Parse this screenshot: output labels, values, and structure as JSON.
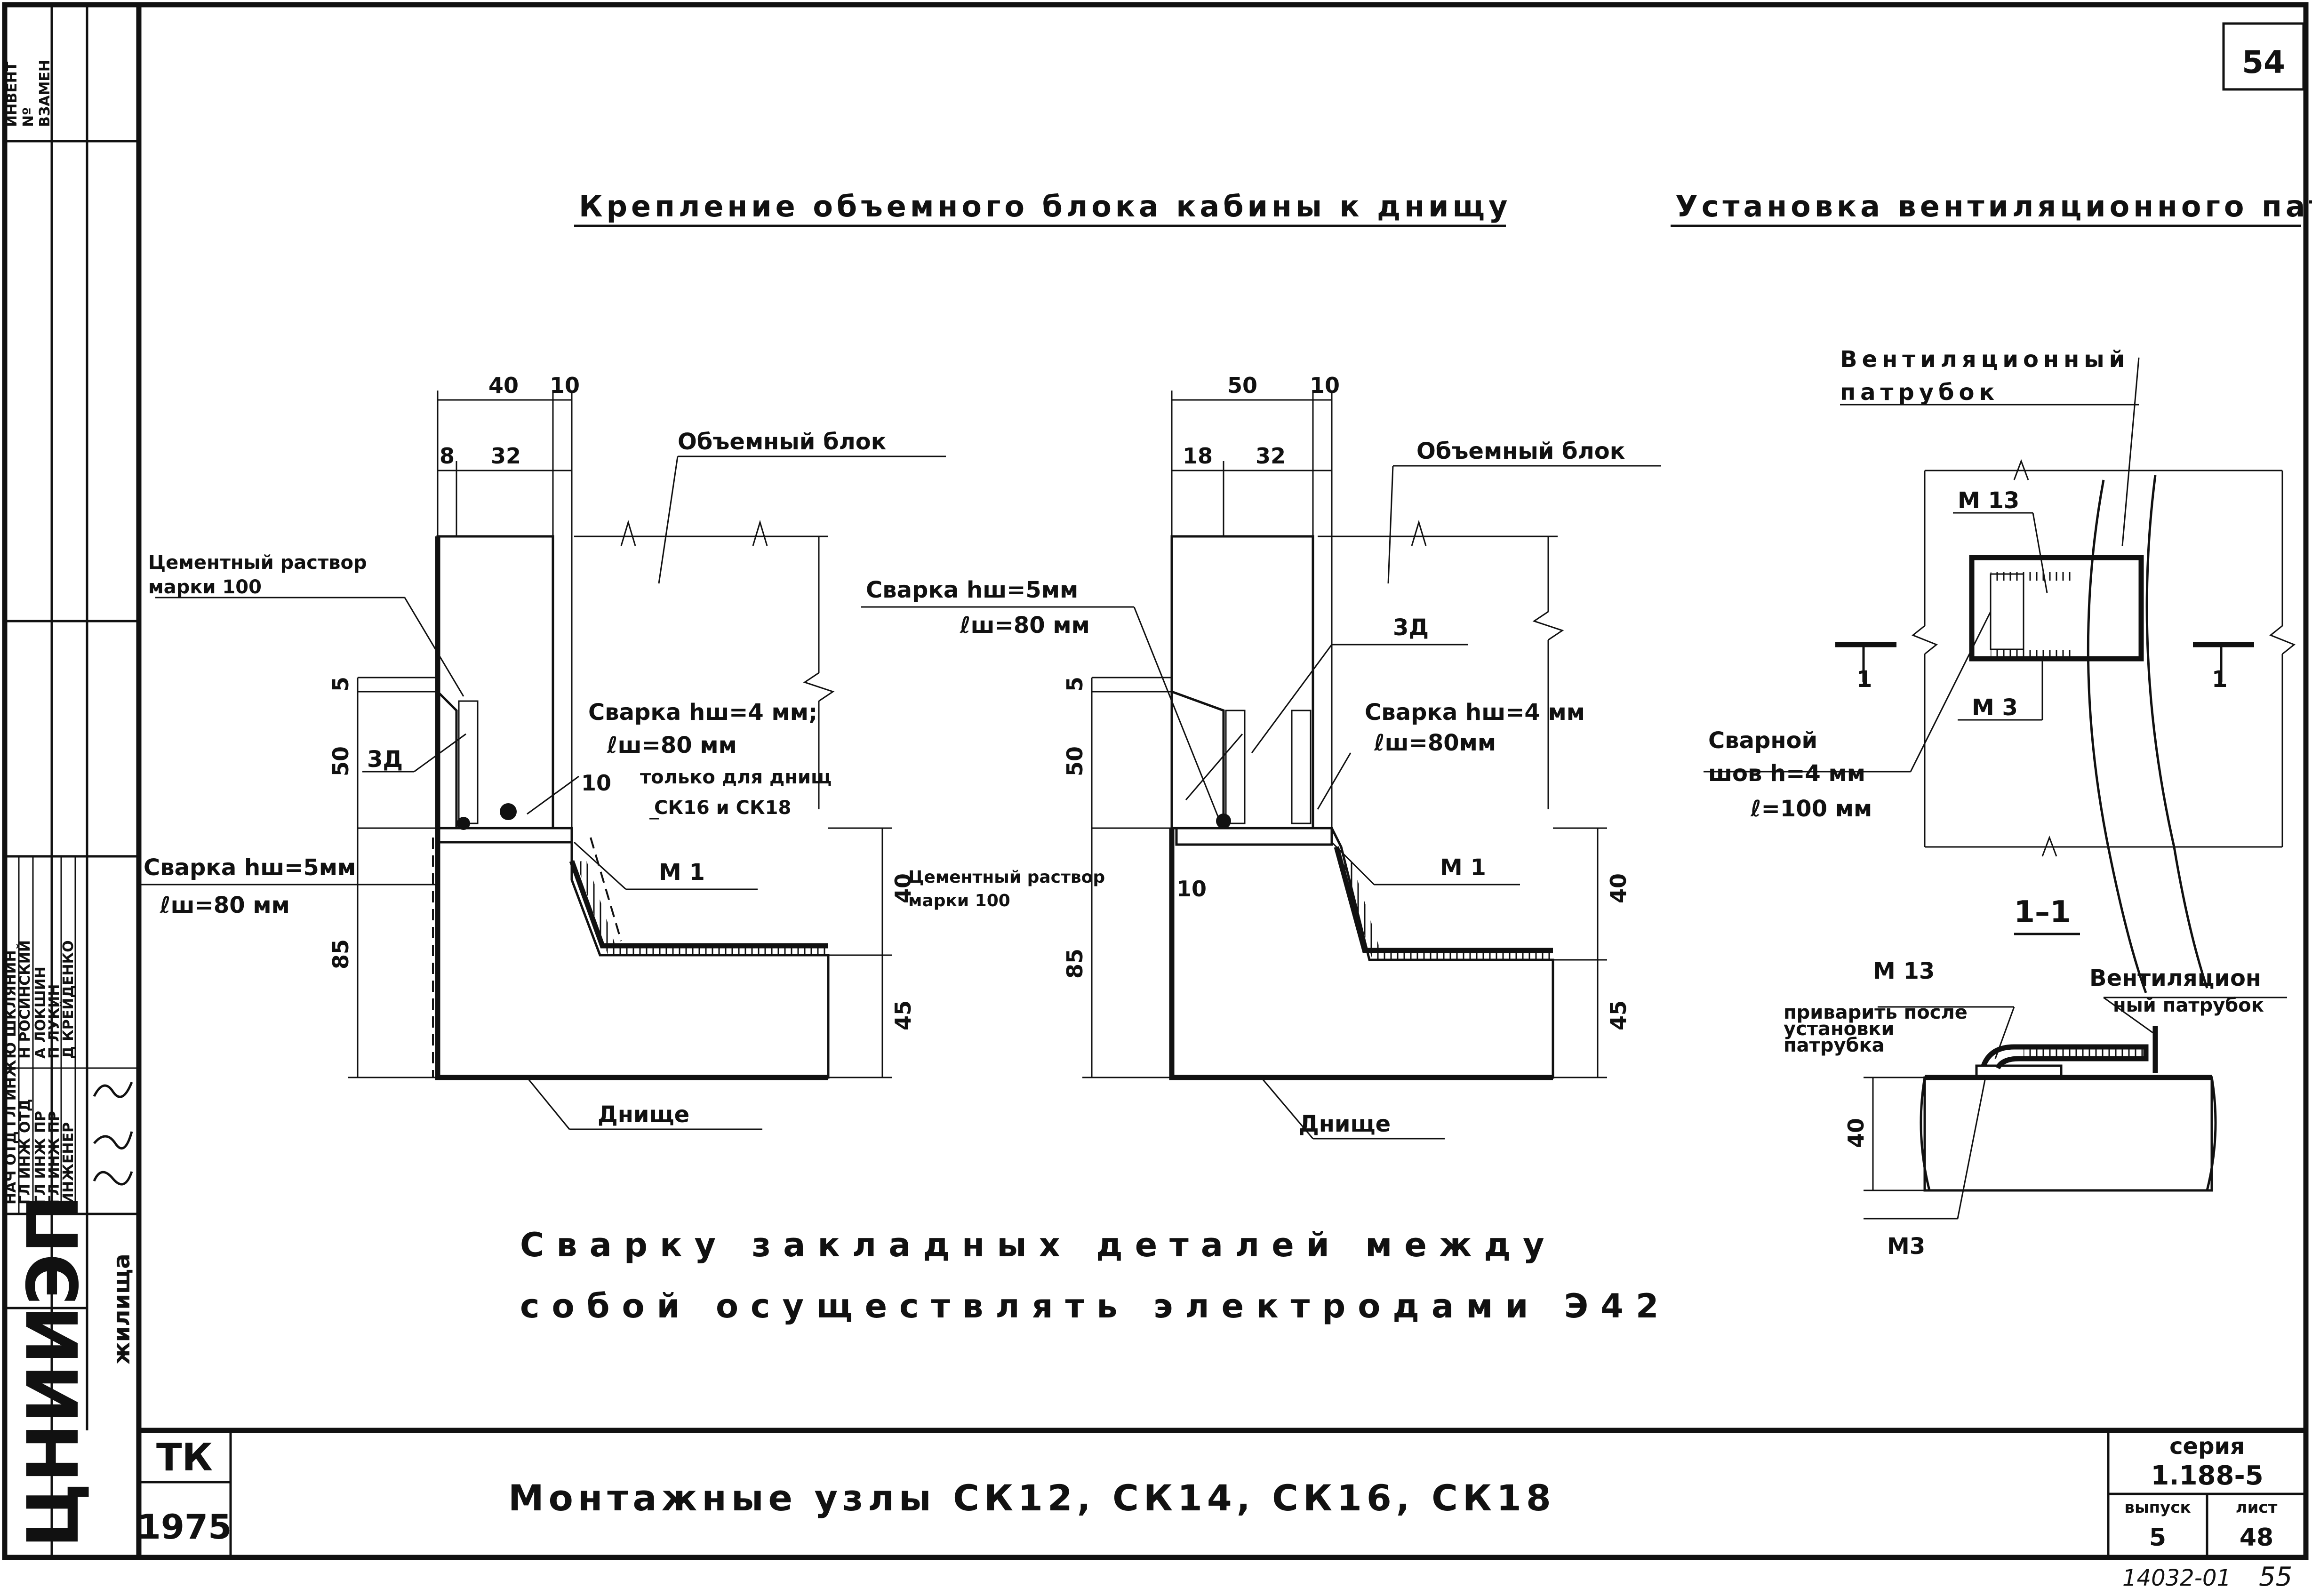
{
  "sheet": {
    "page_number": "54",
    "scan_note": "14032-01",
    "scan_page": "55"
  },
  "left_strip": {
    "inv_header": [
      "ИНВЕНТ",
      "Nº",
      "ВЗАМЕН"
    ],
    "roles": [
      "НАЧ ОТД ГЛ ИНЖ",
      "ГЛ ИНЖ ОТД",
      "ГЛ ИНЖ ПР",
      "ГЛ ИНЖ ПР",
      "ИНЖЕНЕР"
    ],
    "names": [
      "Ю ШКЛЯНИН",
      "Н РОСИНСКИЙ",
      "А ЛОКШИН",
      "П ЛУКИН",
      "Д КРЕЙДЕНКО"
    ],
    "org": "ЦНИИЭП",
    "org_sub": "жилища"
  },
  "titles": {
    "main": "Крепление объемного блока кабины к днищу",
    "right": "Установка вентиляционного патрубка"
  },
  "detail1": {
    "dim_40": "40",
    "dim_10": "10",
    "dim_8": "8",
    "dim_32": "32",
    "dim_5": "5",
    "dim_50": "50",
    "dim_85": "85",
    "dim_40r": "40",
    "dim_45": "45",
    "block": "Объемный блок",
    "mortar": "Цементный раствор марки 100",
    "mark_3d": "3Д",
    "weld_top_1": "Сварка hш=4 мм;",
    "weld_top_2": "ℓш=80 мм",
    "only_for_1": "только для днищ",
    "only_for_2": "СК16 и СК18",
    "dim_10b": "10",
    "weld_bottom_1": "Сварка hш=5мм",
    "weld_bottom_2": "ℓш=80 мм",
    "m1": "М 1",
    "bottom": "Днище"
  },
  "detail2": {
    "dim_50": "50",
    "dim_10": "10",
    "dim_18": "18",
    "dim_32": "32",
    "dim_5": "5",
    "dim_50v": "50",
    "dim_85": "85",
    "dim_40": "40",
    "dim_45": "45",
    "block": "Объемный блок",
    "weld_1": "Сварка hш=5мм",
    "weld_2": "ℓш=80 мм",
    "mark_3d": "3Д",
    "weld_r1": "Сварка hш=4 мм",
    "weld_r2": "ℓш=80мм",
    "mortar": "Цементный раствор марки 100",
    "dim_10b": "10",
    "m1": "М 1",
    "bottom": "Днище"
  },
  "vent": {
    "label_1": "Вентиляционный",
    "label_2": "патрубок",
    "m13": "М 13",
    "m3": "М 3",
    "cut": "1",
    "seam_1": "Сварной",
    "seam_2": "шов h=4 мм",
    "seam_3": "ℓ=100 мм"
  },
  "section": {
    "title": "1–1",
    "m13": "М 13",
    "note_1": "приварить после",
    "note_2": "установки",
    "note_3": "патрубка",
    "vent_1": "Вентиляцион",
    "vent_2": "ный патрубок",
    "dim_40": "40",
    "m3": "М3"
  },
  "notes": {
    "line1": "Сварку закладных деталей между",
    "line2": "собой осуществлять электродами Э42"
  },
  "title_block": {
    "tk": "ТК",
    "year": "1975",
    "name": "Монтажные узлы СК12, СК14, СК16, СК18",
    "series_label": "серия",
    "series": "1.188-5",
    "issue_label": "выпуск",
    "issue": "5",
    "sheet_label": "лист",
    "sheet": "48"
  }
}
